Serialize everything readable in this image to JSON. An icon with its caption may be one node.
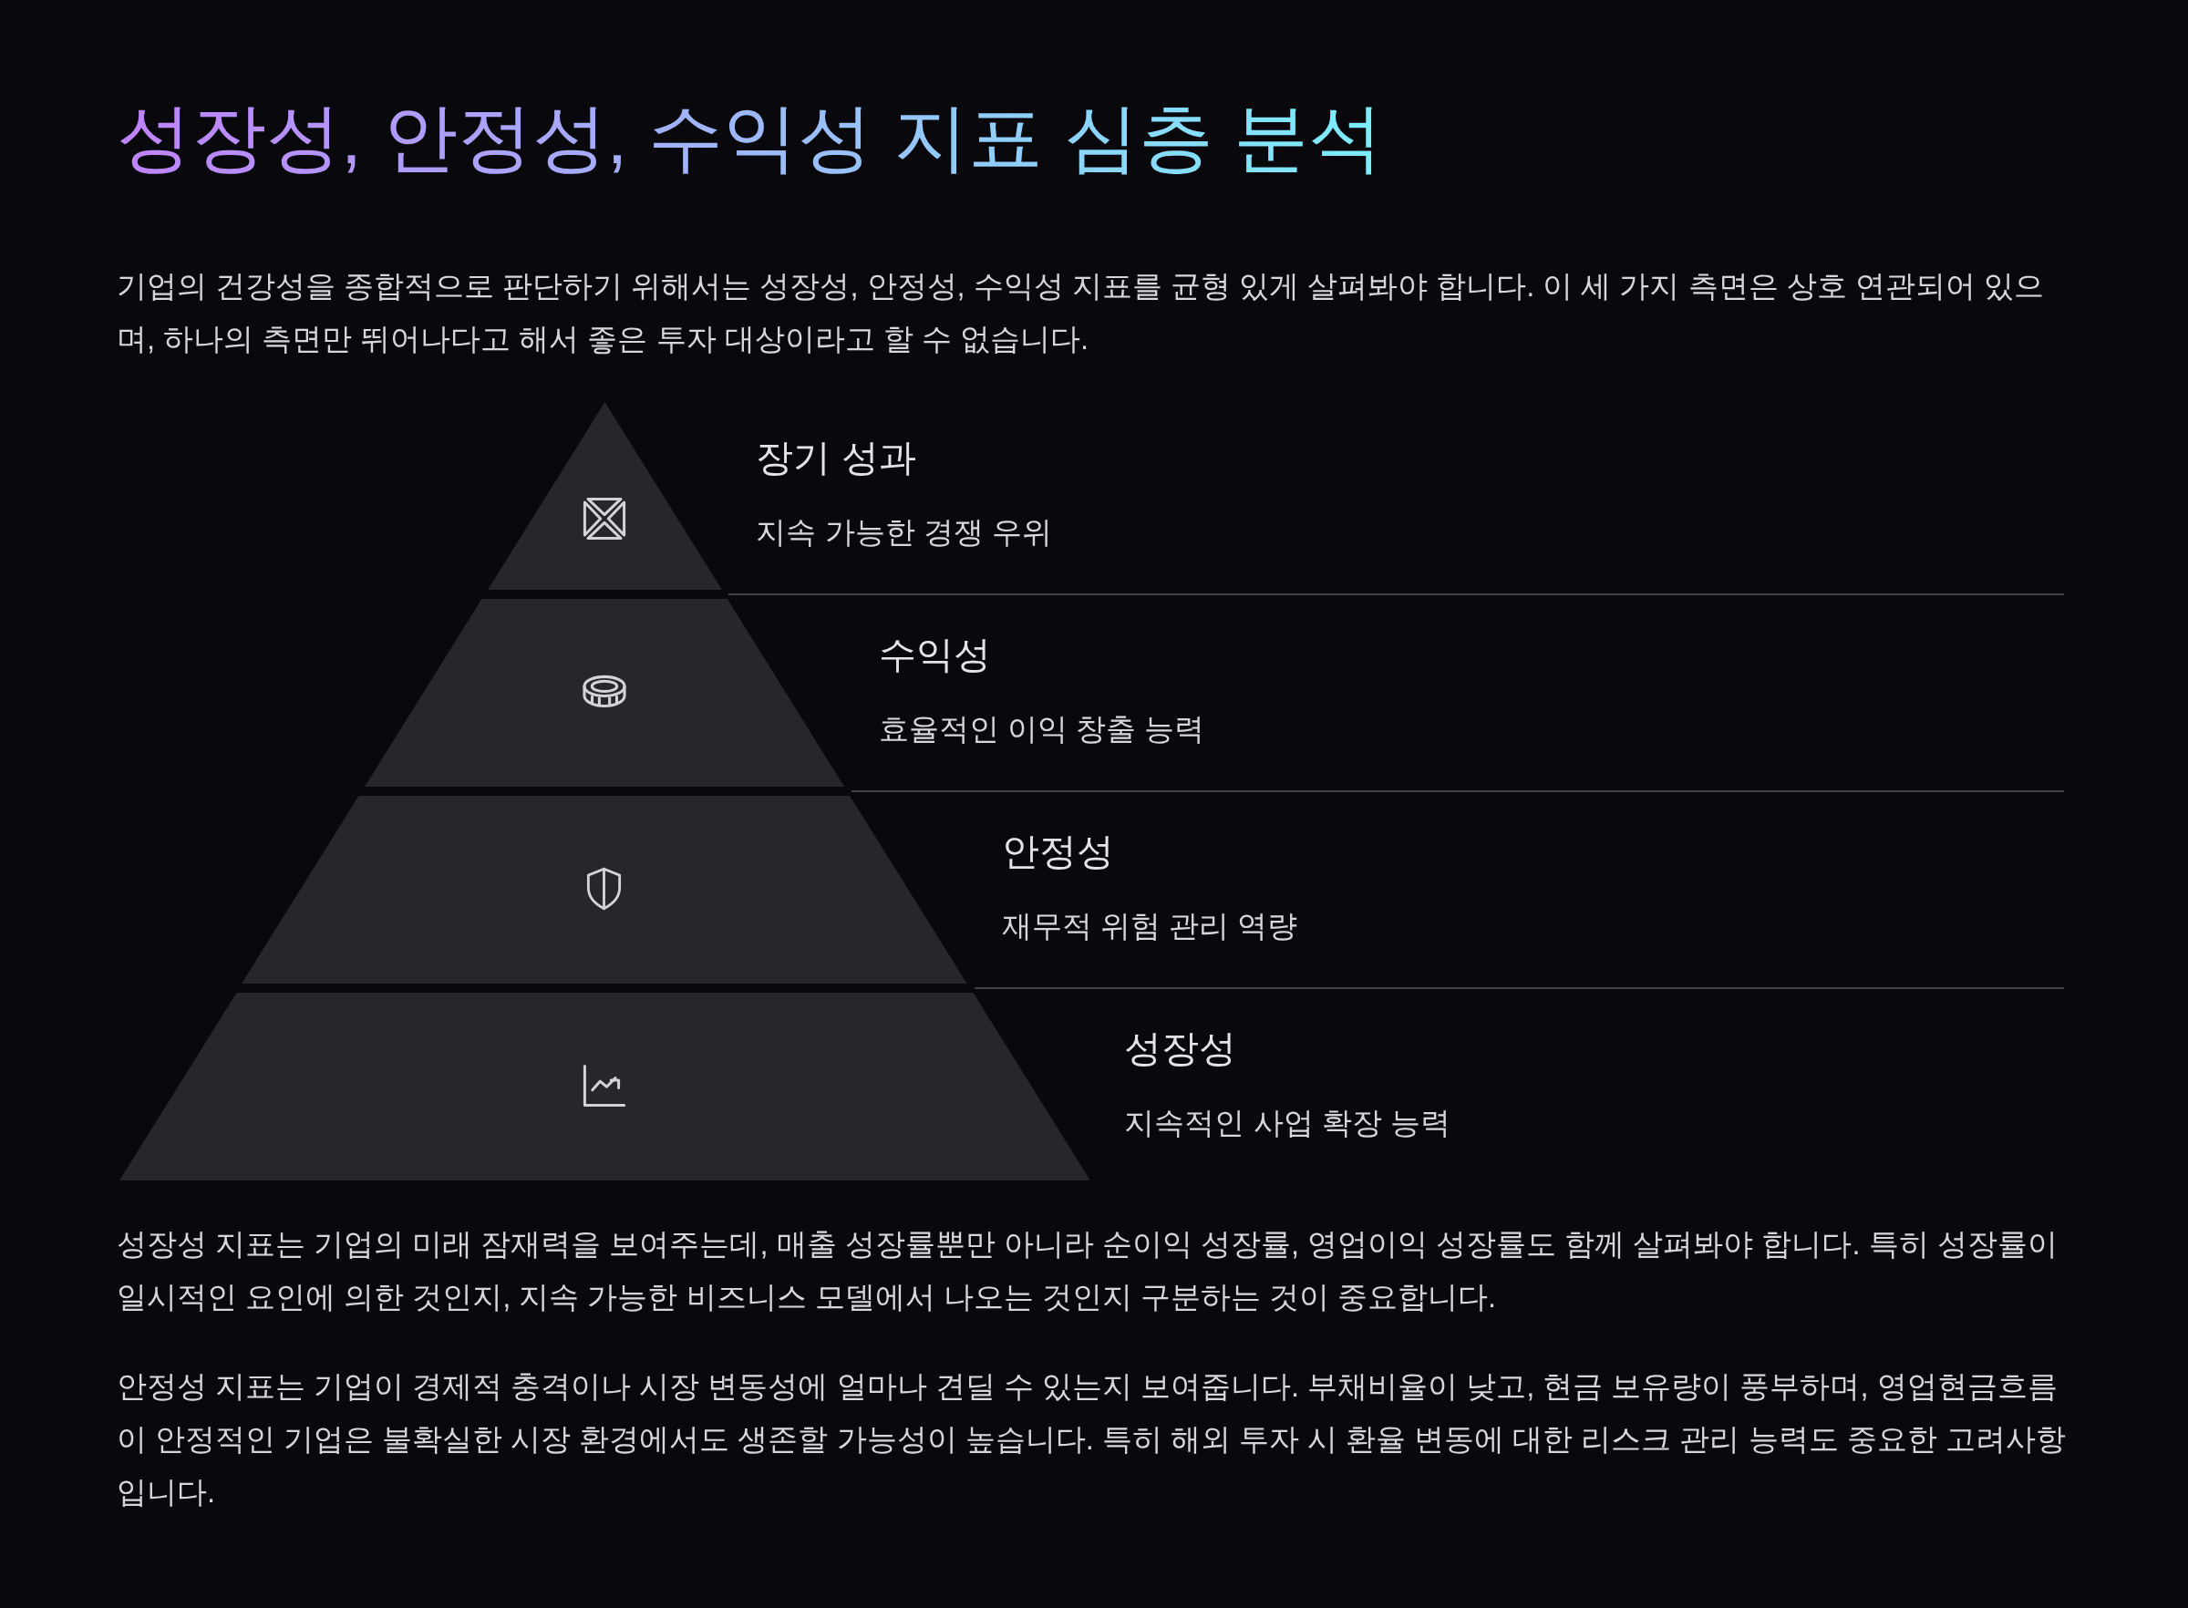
{
  "diagram": {
    "title": "성장성, 안정성, 수익성 지표 심층 분석",
    "nodes": [
      {
        "text": [],
        "shape": "triangle",
        "beside": [
          "장기 성과",
          "지속 가능한 경쟁 우위"
        ]
      },
      {
        "text": [],
        "shape": "trapezoid",
        "beside": [
          "수익성",
          "효율적인 이익 창출 능력"
        ]
      },
      {
        "text": [],
        "shape": "trapezoid",
        "beside": [
          "안정성",
          "재무적 위험 관리 역량"
        ]
      },
      {
        "text": [],
        "shape": "trapezoid",
        "beside": [
          "성장성",
          "지속적인 사업 확장 능력"
        ]
      }
    ],
    "labels": [
      "기업의 건강성을 종합적으로 판단하기 위해서는 성장성, 안정성, 수익성 지표를 균형 있게 살펴봐야 합니다. 이 세 가지 측면은 상호 연관되어 있으며, 하나의 측면만 뛰어나다고 해서 좋은 투자 대상이라고 할 수 없습니다.",
      "성장성 지표는 기업의 미래 잠재력을 보여주는데, 매출 성장률뿐만 아니라 순이익 성장률, 영업이익 성장률도 함께 살펴봐야 합니다. 특히 성장률이 일시적인 요인에 의한 것인지, 지속 가능한 비즈니스 모델에서 나오는 것인지 구분하는 것이 중요합니다.",
      "안정성 지표는 기업이 경제적 충격이나 시장 변동성에 얼마나 견딜 수 있는지 보여줍니다. 부채비율이 낮고, 현금 보유량이 풍부하며, 영업현금흐름이 안정적인 기업은 불확실한 시장 환경에서도 생존할 가능성이 높습니다. 특히 해외 투자 시 환율 변동에 대한 리스크 관리 능력도 중요한 고려사항입니다."
    ]
  }
}
